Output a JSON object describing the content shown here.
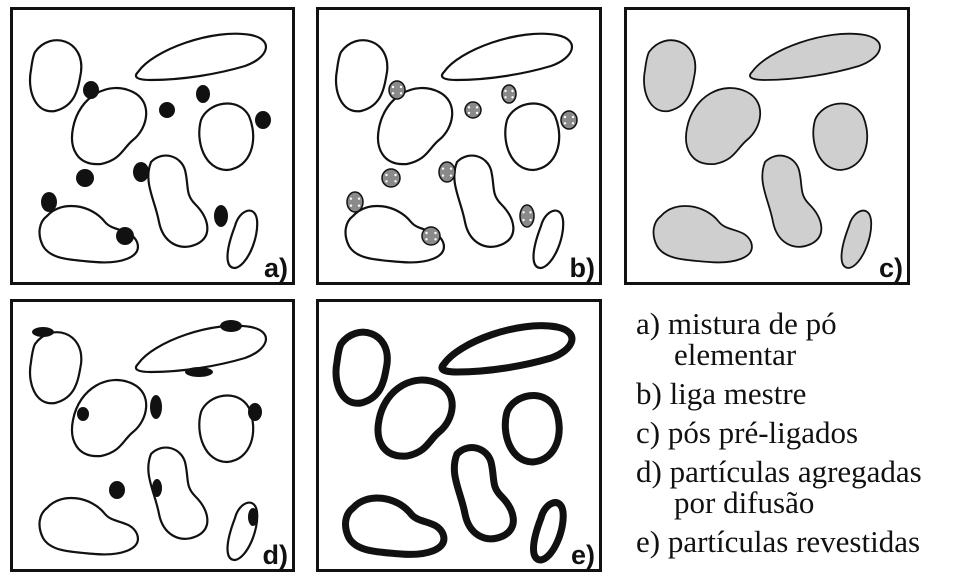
{
  "panels": [
    {
      "letter": "a)",
      "particle_style": "plain",
      "additive": "solid-dots"
    },
    {
      "letter": "b)",
      "particle_style": "plain",
      "additive": "speckled-dots"
    },
    {
      "letter": "c)",
      "particle_style": "gray-filled",
      "additive": "none"
    },
    {
      "letter": "d)",
      "particle_style": "plain",
      "additive": "attached-dots"
    },
    {
      "letter": "e)",
      "particle_style": "thick-outline",
      "additive": "none"
    }
  ],
  "legend": [
    {
      "lines": [
        "a) mistura de pó",
        "elementar"
      ]
    },
    {
      "lines": [
        "b) liga mestre"
      ]
    },
    {
      "lines": [
        "c) pós pré-ligados"
      ]
    },
    {
      "lines": [
        "d) partículas agregadas",
        "por difusão"
      ]
    },
    {
      "lines": [
        "e) partículas revestidas"
      ]
    }
  ],
  "colors": {
    "outline": "#111111",
    "fill_prealloyed": "#cfcfcf",
    "speckle": "#8a8a8a"
  }
}
